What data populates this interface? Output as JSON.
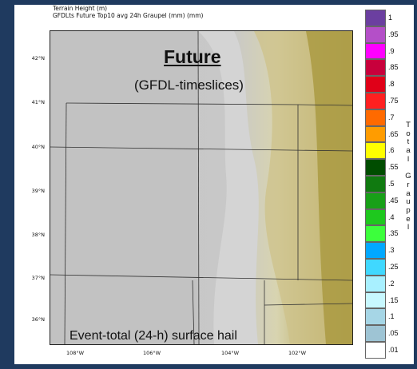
{
  "figure": {
    "topline_1": "Terrain Height   (m)",
    "topline_2": "GFDLts Future Top10 avg 24h Graupel (mm)   (mm)",
    "title": "Future",
    "subtitle": "(GFDL-timeslices)",
    "caption": "Event-total (24-h) surface hail"
  },
  "axes": {
    "lat_labels": [
      "42°N",
      "41°N",
      "40°N",
      "39°N",
      "38°N",
      "37°N",
      "36°N"
    ],
    "lon_labels": [
      "108°W",
      "106°W",
      "104°W",
      "102°W"
    ]
  },
  "legend": {
    "title": "Total Graupel",
    "levels": [
      "1",
      ".95",
      ".9",
      ".85",
      ".8",
      ".75",
      ".7",
      ".65",
      ".6",
      ".55",
      ".5",
      ".45",
      ".4",
      ".35",
      ".3",
      ".25",
      ".2",
      ".15",
      ".1",
      ".05",
      ".01"
    ],
    "colors": [
      "#6b3fa0",
      "#b44fc8",
      "#ff00ff",
      "#c8003c",
      "#e00018",
      "#ff2020",
      "#ff6a00",
      "#ff9c00",
      "#ffff00",
      "#004d00",
      "#107a10",
      "#18a018",
      "#1ec81e",
      "#3cff3c",
      "#00a8ff",
      "#40d8ff",
      "#a8f0ff",
      "#c8f8ff",
      "#a6d6e6",
      "#9ec4d4",
      "#ffffff"
    ]
  },
  "colors": {
    "background": "#1f3a5f",
    "terrain_low": "#c0c0c0",
    "terrain_high": "#9a8a2a"
  }
}
